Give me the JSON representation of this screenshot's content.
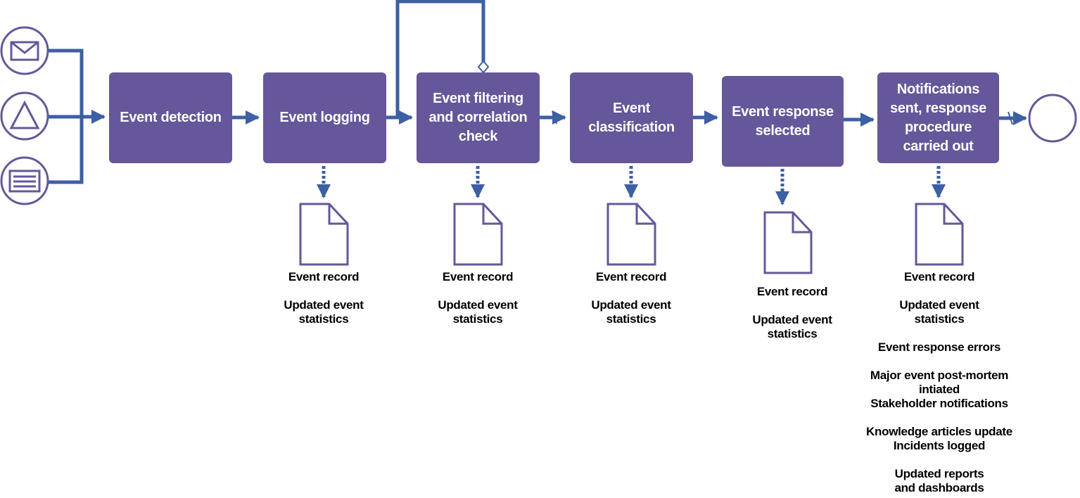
{
  "colors": {
    "step_fill": "#66579a",
    "step_text": "#ffffff",
    "connector": "#3d5fa3",
    "doc_stroke": "#66579a",
    "input_stroke": "#66579a"
  },
  "inputs": [
    {
      "icon": "envelope-icon"
    },
    {
      "icon": "triangle-icon"
    },
    {
      "icon": "list-icon"
    }
  ],
  "steps": [
    {
      "label": "Event detection"
    },
    {
      "label": "Event logging"
    },
    {
      "label": "Event filtering and correlation check"
    },
    {
      "label": "Event classification"
    },
    {
      "label": "Event response selected"
    },
    {
      "label": "Notifications sent, response procedure carried out"
    }
  ],
  "outputs": [
    {
      "lines": [
        "Event record",
        "Updated event statistics"
      ]
    },
    {
      "lines": [
        "Event record",
        "Updated event statistics"
      ]
    },
    {
      "lines": [
        "Event record",
        "Updated event statistics"
      ]
    },
    {
      "lines": [
        "Event record",
        "Updated event statistics"
      ]
    },
    {
      "lines": [
        "Event record",
        "Updated event statistics",
        "Event response errors",
        "Major event post-mortem intiated",
        "Stakeholder notifications",
        "Knowledge articles update",
        "Incidents logged",
        "Updated reports and dashboards"
      ]
    }
  ],
  "end_event": {
    "icon": "end-circle-icon"
  }
}
